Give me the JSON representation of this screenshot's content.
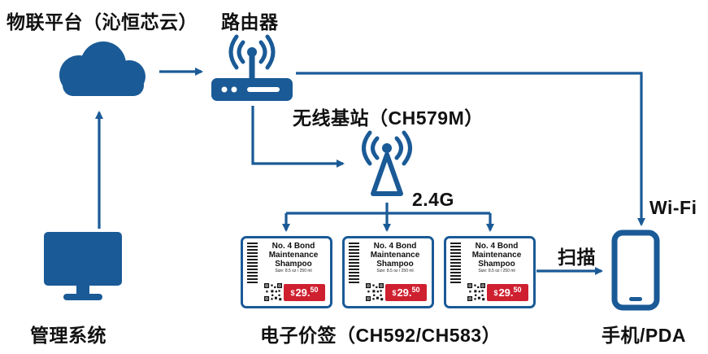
{
  "colors": {
    "primary": "#1a5a96",
    "price_red": "#cf2030"
  },
  "labels": {
    "platform": "物联平台（沁恒芯云）",
    "router": "路由器",
    "base_station": "无线基站（CH579M）",
    "frequency": "2.4G",
    "wifi": "Wi-Fi",
    "scan": "扫描",
    "management_system": "管理系统",
    "esl": "电子价签（CH592/CH583）",
    "phone": "手机/PDA"
  },
  "esl_tag": {
    "title_lines": [
      "No. 4 Bond",
      "Maintenance",
      "Shampoo"
    ],
    "subtitle": "Size: 8.5 oz / 250 ml",
    "price": {
      "currency": "$",
      "whole": "29.",
      "cents": "50"
    }
  }
}
